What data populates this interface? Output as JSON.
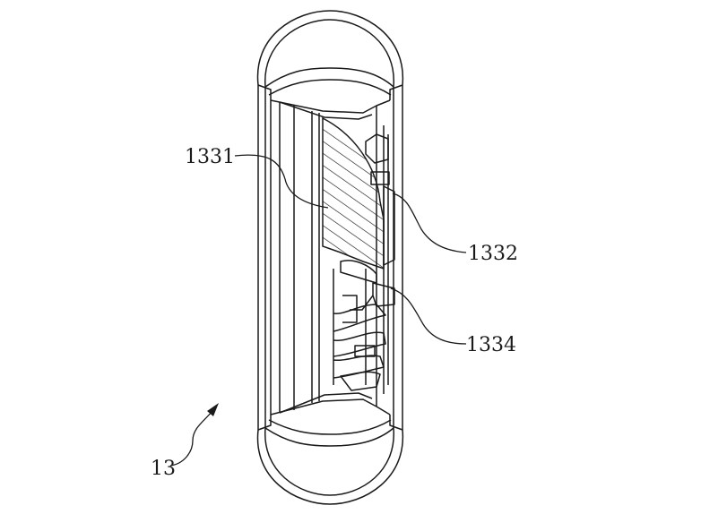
{
  "labels": {
    "l1331": "1331",
    "l1332": "1332",
    "l1334": "1334",
    "l13": "13"
  },
  "colors": {
    "ink": "#1a1a1a",
    "paper": "#ffffff"
  }
}
